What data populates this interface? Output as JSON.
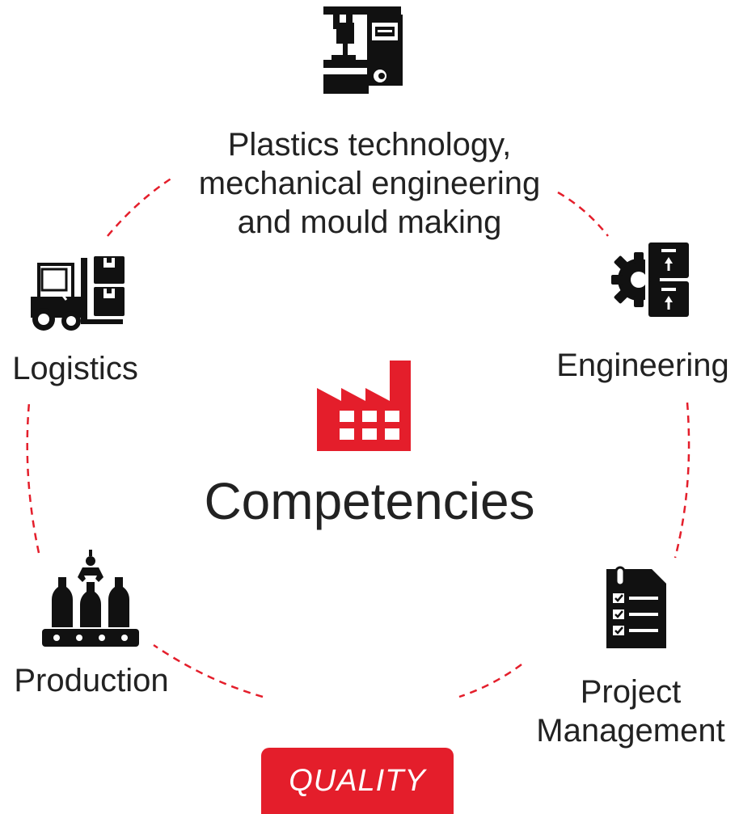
{
  "center": {
    "title": "Competencies",
    "icon": "factory-icon"
  },
  "nodes": [
    {
      "id": "plastics",
      "lines": [
        "Plastics technology,",
        "mechanical engineering",
        "and mould making"
      ],
      "icon": "milling-machine-icon"
    },
    {
      "id": "engineering",
      "lines": [
        "Engineering"
      ],
      "icon": "gear-boxes-icon"
    },
    {
      "id": "project",
      "lines": [
        "Project",
        "Management"
      ],
      "icon": "checklist-icon"
    },
    {
      "id": "production",
      "lines": [
        "Production"
      ],
      "icon": "bottling-line-icon"
    },
    {
      "id": "logistics",
      "lines": [
        "Logistics"
      ],
      "icon": "forklift-icon"
    }
  ],
  "quality": {
    "label": "QUALITY"
  },
  "colors": {
    "accent": "#e41e2b",
    "text": "#222222",
    "icon": "#111111"
  }
}
